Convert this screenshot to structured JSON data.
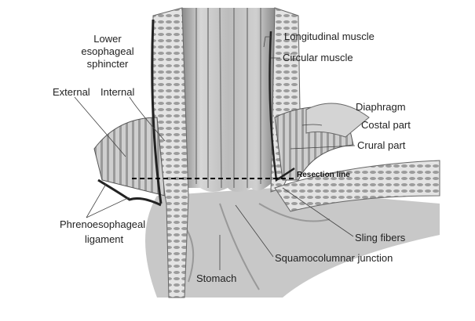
{
  "labels": {
    "les_line1": "Lower",
    "les_line2": "esophageal",
    "les_line3": "sphincter",
    "longitudinal": "Longitudinal muscle",
    "circular": "Circular muscle",
    "external": "External",
    "internal": "Internal",
    "diaphragm": "Diaphragm",
    "costal": "Costal part",
    "crural": "Crural part",
    "resection": "Resection line",
    "phreno_line1": "Phrenoesophageal",
    "phreno_line2": "ligament",
    "sling": "Sling fibers",
    "squamo": "Squamocolumnar junction",
    "stomach": "Stomach"
  },
  "colors": {
    "tissue_light": "#d9d9d9",
    "tissue_mid": "#a8a8a8",
    "tissue_dark": "#5a5a5a",
    "ligament": "#222222"
  }
}
